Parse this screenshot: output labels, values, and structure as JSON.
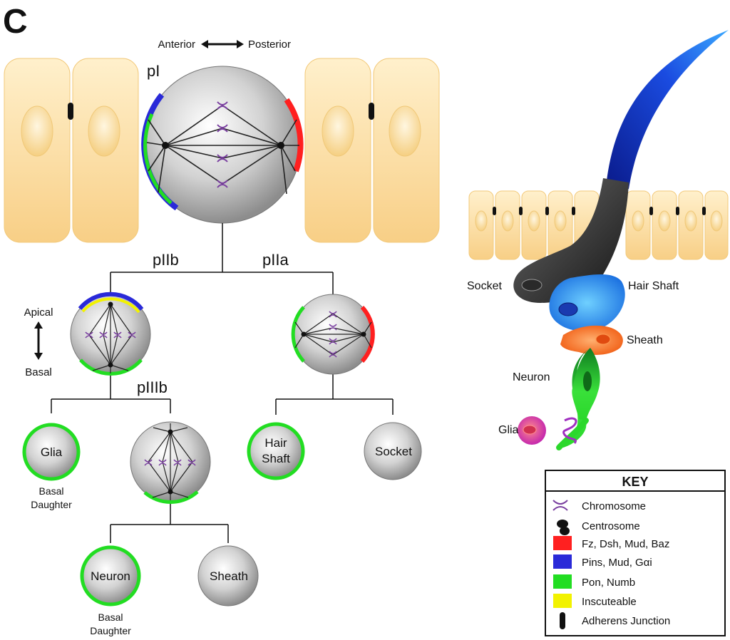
{
  "panel_letter": "C",
  "axis_ap": {
    "left": "Anterior",
    "right": "Posterior"
  },
  "axis_db": {
    "top": "Apical",
    "bottom": "Basal"
  },
  "cells": {
    "pI": "pI",
    "pIIb": "pIIb",
    "pIIa": "pIIa",
    "pIIIb": "pIIIb",
    "glia": "Glia",
    "glia_note_1": "Basal",
    "glia_note_2": "Daughter",
    "hair_shaft_1": "Hair",
    "hair_shaft_2": "Shaft",
    "socket": "Socket",
    "neuron": "Neuron",
    "neuron_note_1": "Basal",
    "neuron_note_2": "Daughter",
    "sheath": "Sheath"
  },
  "organ_labels": {
    "socket": "Socket",
    "hair_shaft": "Hair Shaft",
    "sheath": "Sheath",
    "neuron": "Neuron",
    "glia": "Glia"
  },
  "key": {
    "title": "KEY",
    "items": [
      {
        "label": "Chromosome",
        "icon": "chromosome-icon",
        "color": "#7a3fa0"
      },
      {
        "label": "Centrosome",
        "icon": "centrosome-icon",
        "color": "#1a1a1a"
      },
      {
        "label": "Fz, Dsh, Mud, Baz",
        "icon": "swatch",
        "color": "#ff2020"
      },
      {
        "label": "Pins, Mud, Gαi",
        "icon": "swatch",
        "color": "#2a2ad8"
      },
      {
        "label": "Pon, Numb",
        "icon": "swatch",
        "color": "#22dd22"
      },
      {
        "label": "Inscuteable",
        "icon": "swatch",
        "color": "#f2f200"
      },
      {
        "label": "Adherens Junction",
        "icon": "junction-icon",
        "color": "#111111"
      }
    ]
  },
  "colors": {
    "epithelium": "#fde3ae",
    "polarity_red": "#ff2020",
    "polarity_blue": "#2a2ad8",
    "polarity_green": "#22dd22",
    "polarity_yellow": "#f2f200"
  }
}
